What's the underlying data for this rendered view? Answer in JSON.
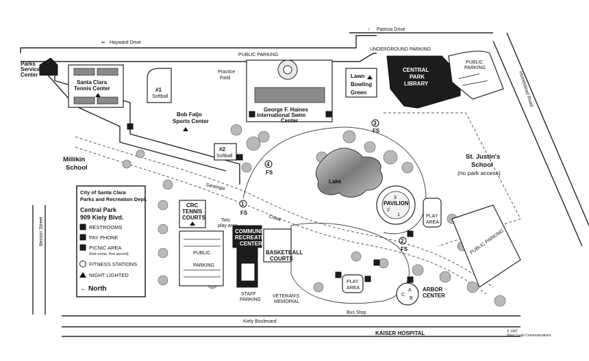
{
  "streets": {
    "hayward": "Hayward Drive",
    "patricia": "Patricia Drive",
    "homestead": "Homestead Road",
    "benton": "Benton Street",
    "kiely": "Kiely Boulevard",
    "kaiser": "KAISER HOSPITAL",
    "bus_stop": "Bus Stop",
    "saratoga": "Saratoga",
    "creek": "Creek"
  },
  "places": {
    "parks_service_1": "Parks",
    "parks_service_2": "Service",
    "parks_service_3": "Center",
    "tennis_1": "Santa Clara",
    "tennis_2": "Tennis Center",
    "softball1_num": "#1",
    "softball1": "Softball",
    "softball2_num": "#2",
    "softball2": "Softball",
    "practice_1": "Practice",
    "practice_2": "Field",
    "sports_1": "Bob Fatjo",
    "sports_2": "Sports Center",
    "public_parking_top": "PUBLIC PARKING",
    "underground_parking": "UNDERGROUND PARKING",
    "swim_1": "George F. Haines",
    "swim_2": "International Swim",
    "swim_3": "Center",
    "lawn_1": "Lawn",
    "lawn_2": "Bowling",
    "lawn_3": "Green",
    "library_1": "CENTRAL",
    "library_2": "PARK",
    "library_3": "LIBRARY",
    "public_parking_ne_1": "PUBLIC",
    "public_parking_ne_2": "PARKING",
    "st_justin_1": "St. Justin's",
    "st_justin_2": "School",
    "st_justin_3": "(no park access)",
    "millikin_1": "Millikin",
    "millikin_2": "School",
    "lake": "Lake",
    "pavilion": "PAVILION",
    "pav_1": "1",
    "pav_2": "2",
    "pav_3": "3",
    "play_area_e_1": "PLAY",
    "play_area_e_2": "AREA",
    "crc_1": "CRC",
    "crc_2": "TENNIS",
    "crc_3": "COURTS",
    "tots_1": "Tots",
    "tots_2": "play area",
    "community_1": "COMMUNITY",
    "community_2": "RECREATION",
    "community_3": "CENTER",
    "basketball_1": "BASKETBALL",
    "basketball_2": "COURTS",
    "public_w": "PUBLIC",
    "parking_w": "PARKING",
    "staff_1": "STAFF",
    "staff_2": "PARKING",
    "veterans_1": "VETERAN'S",
    "veterans_2": "MEMORIAL",
    "play_area_s_1": "PLAY",
    "play_area_s_2": "AREA",
    "arbor_1": "ARBOR",
    "arbor_2": "CENTER",
    "arbor_a": "A",
    "arbor_b": "B",
    "arbor_c": "C",
    "public_parking_se_1": "PUBLIC PARKING",
    "fs": "FS",
    "fs1": "1",
    "fs2": "2",
    "fs3": "3",
    "fs4": "4"
  },
  "legend": {
    "title_1": "City of Santa Clara",
    "title_2": "Parks and Recreation Dept.",
    "park_1": "Central Park",
    "park_2": "909 Kiely Blvd.",
    "restrooms": "RESTROOMS",
    "pay_phone": "PAY PHONE",
    "picnic": "PICNIC AREA",
    "picnic_note": "(first-come, first served)",
    "fitness": "FITNESS STATIONS",
    "night": "NIGHT LIGHTED",
    "north": "North"
  },
  "credit": {
    "line1": "© 1997",
    "line2": "West Coast Communications"
  },
  "colors": {
    "ink": "#1c1c1c",
    "tree_gray": "#b8b8b8",
    "water_gray": "#8f8f8f"
  }
}
